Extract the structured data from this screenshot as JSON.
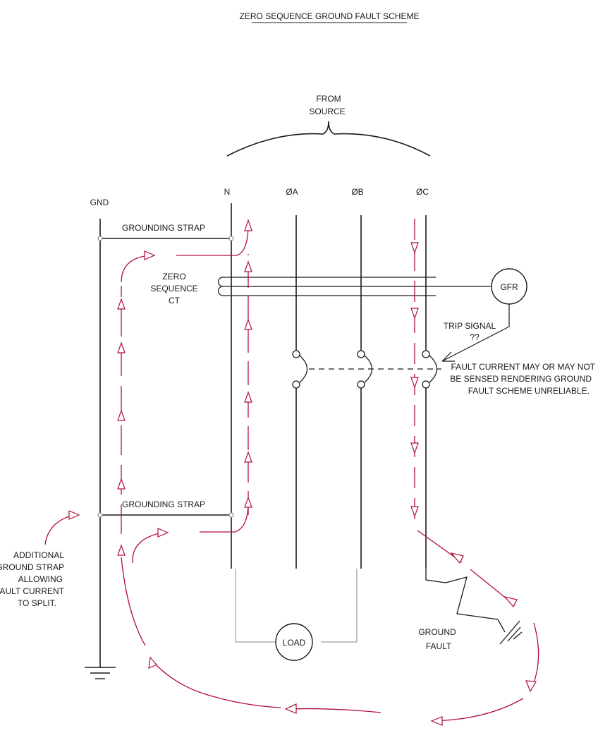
{
  "title": "ZERO SEQUENCE GROUND FAULT SCHEME",
  "source_label": [
    "FROM",
    "SOURCE"
  ],
  "conductors": {
    "gnd": "GND",
    "n": "N",
    "a": "ØA",
    "b": "ØB",
    "c": "ØC"
  },
  "grounding_strap_top": "GROUNDING STRAP",
  "grounding_strap_bottom": "GROUNDING STRAP",
  "ct_label": [
    "ZERO",
    "SEQUENCE",
    "CT"
  ],
  "relay_label": "GFR",
  "trip_signal": [
    "TRIP SIGNAL",
    "??"
  ],
  "fault_note": [
    "FAULT CURRENT MAY OR MAY NOT",
    "BE SENSED RENDERING GROUND",
    "FAULT SCHEME UNRELIABLE."
  ],
  "additional_strap_note": [
    "ADDITIONAL",
    "GROUND STRAP",
    "ALLOWING",
    "FAULT CURRENT",
    "TO SPLIT."
  ],
  "load_label": "LOAD",
  "ground_fault_label": [
    "GROUND",
    "FAULT"
  ],
  "colors": {
    "line": "#1a1a1a",
    "fault_current": "#b0103a",
    "load_wiring": "#888888"
  }
}
